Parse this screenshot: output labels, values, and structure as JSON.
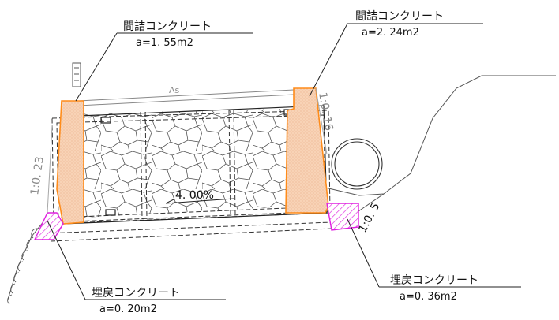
{
  "labels": {
    "top_left": {
      "title": "間詰コンクリート",
      "area": "a=1. 55m2"
    },
    "top_right": {
      "title": "間詰コンクリート",
      "area": "a=2. 24m2"
    },
    "bottom_left": {
      "title": "埋戻コンクリート",
      "area": "a=0. 20m2"
    },
    "bottom_right": {
      "title": "埋戻コンクリート",
      "area": "a=0. 36m2"
    }
  },
  "annotations": {
    "pavement": "As",
    "gradient": "4. 00%",
    "slope_left": "1:0. 23",
    "slope_right_top": "1:0. 16",
    "slope_right_bottom": "1:0. 5"
  },
  "colors": {
    "infill_fill": "#f7d2b4",
    "infill_stroke": "#ff8c1a",
    "backfill": "#e020e0",
    "line": "#333333",
    "dim_line": "#a8a8a8"
  }
}
